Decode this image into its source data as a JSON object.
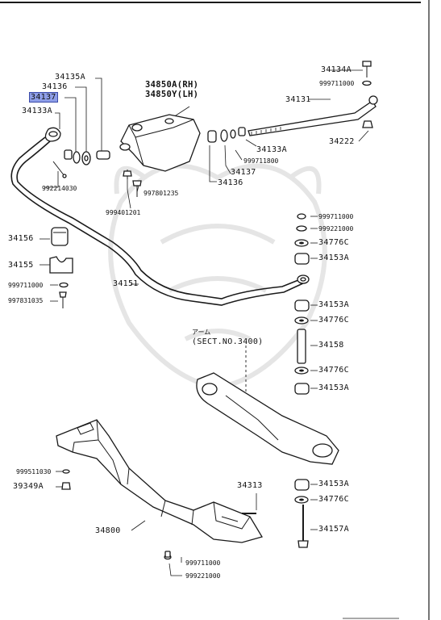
{
  "labels": {
    "l34135A": "34135A",
    "l34136a": "34136",
    "l34137a": "34137",
    "l34133Aa": "34133A",
    "l34850": "34850A(RH)",
    "l34850y": "34850Y(LH)",
    "l34134A": "34134A",
    "l999711000a": "999711000",
    "l34131": "34131",
    "l34133Ab": "34133A",
    "l999711800": "999711800",
    "l34137b": "34137",
    "l34136b": "34136",
    "l34222": "34222",
    "l992214030": "992214030",
    "l997801235": "997801235",
    "l999401201": "999401201",
    "l34156": "34156",
    "l34155": "34155",
    "l999711000b": "999711000",
    "l997831035": "997831035",
    "l34151": "34151",
    "l999711000c": "999711000",
    "l999221000a": "999221000",
    "l34776Ca": "34776C",
    "l34153Aa": "34153A",
    "l34153Ab": "34153A",
    "l34776Cb": "34776C",
    "arm_jp": "アーム",
    "sect": "(SECT.NO.3400)",
    "l34158": "34158",
    "l34776Cc": "34776C",
    "l34153Ac": "34153A",
    "l999511030": "999511030",
    "l39349A": "39349A",
    "l34313": "34313",
    "l34153Ad": "34153A",
    "l34776Cd": "34776C",
    "l34800": "34800",
    "l34157A": "34157A",
    "l999711000d": "999711000",
    "l999221000b": "999221000"
  }
}
